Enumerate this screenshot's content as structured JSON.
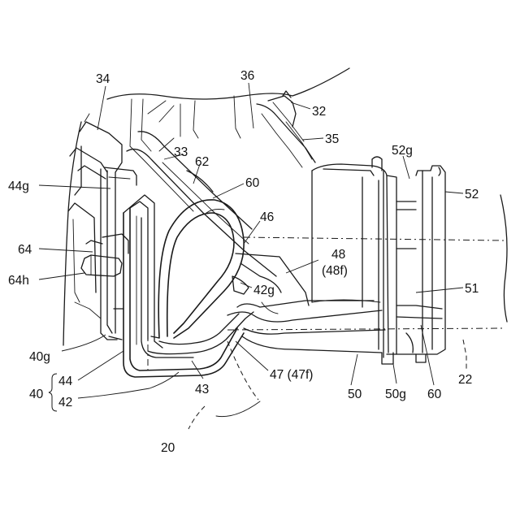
{
  "labels": {
    "l34": "34",
    "l36": "36",
    "l32": "32",
    "l35": "35",
    "l33": "33",
    "l62": "62",
    "l60a": "60",
    "l52g": "52g",
    "l52": "52",
    "l44g": "44g",
    "l46": "46",
    "l64": "64",
    "l48": "48",
    "l48f": "(48f)",
    "l64h": "64h",
    "l42g": "42g",
    "l51": "51",
    "l40g": "40g",
    "l44": "44",
    "l40": "40",
    "l42": "42",
    "l43": "43",
    "l47": "47 (47f)",
    "l50": "50",
    "l50g": "50g",
    "l60b": "60",
    "l22": "22",
    "l20": "20"
  }
}
